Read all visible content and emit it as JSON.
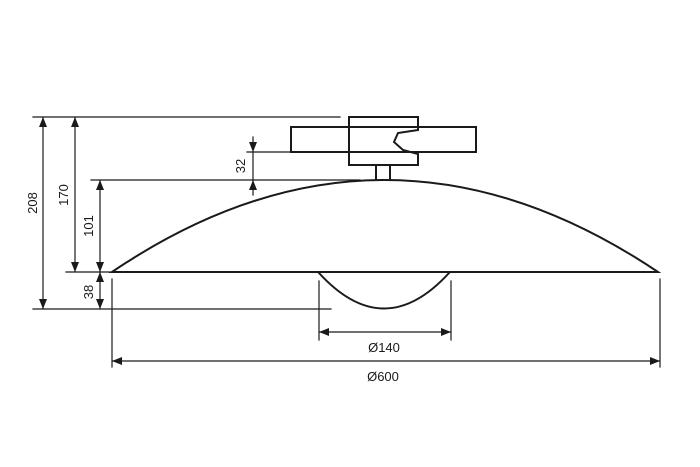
{
  "dimensions": {
    "total_height": "208",
    "height_170": "170",
    "shade_height": "101",
    "mount_gap": "32",
    "diffuser_depth": "38",
    "diffuser_diameter": "Ø140",
    "shade_diameter": "Ø600"
  },
  "colors": {
    "line": "#1a1a1a",
    "background": "#ffffff"
  }
}
